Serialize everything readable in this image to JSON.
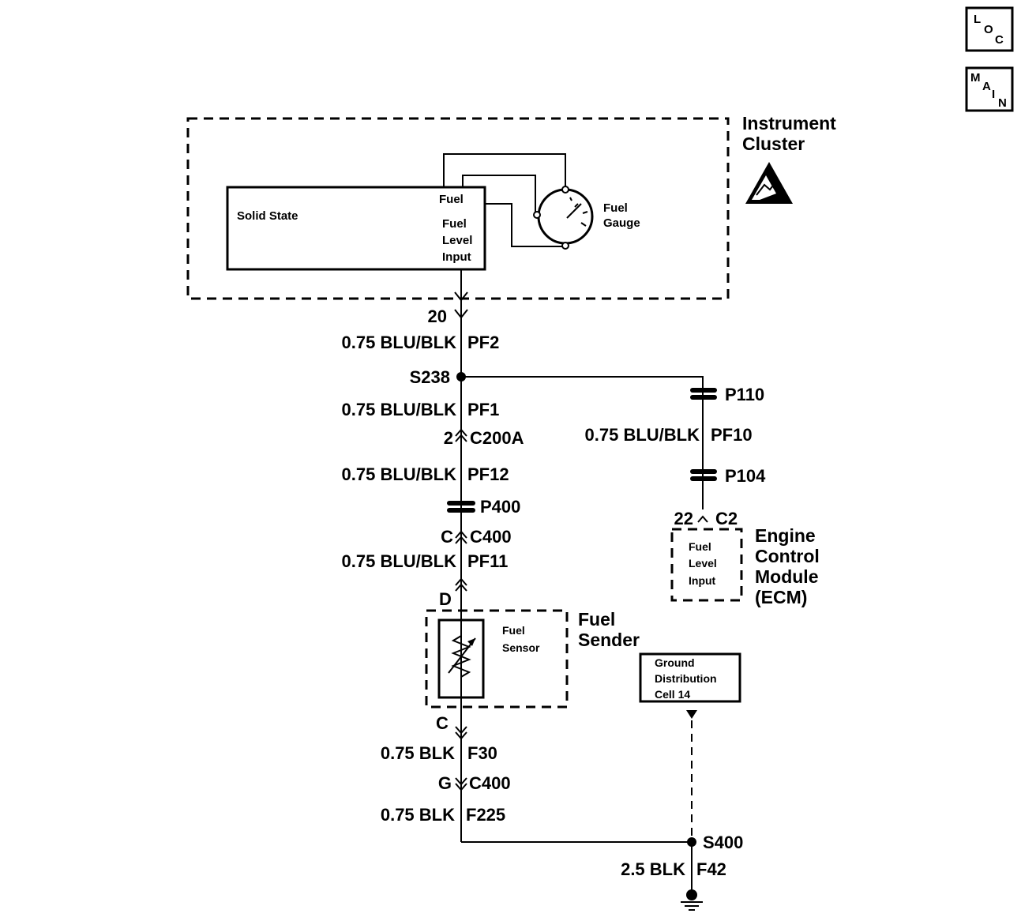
{
  "nav": {
    "loc": {
      "l1": "L",
      "l2": "O",
      "l3": "C"
    },
    "main": {
      "l1": "M",
      "l2": "A",
      "l3": "I",
      "l4": "N"
    }
  },
  "instrument_cluster": {
    "title_line1": "Instrument",
    "title_line2": "Cluster"
  },
  "solid_state": {
    "label": "Solid State",
    "fuel": "Fuel",
    "input_line1": "Fuel",
    "input_line2": "Level",
    "input_line3": "Input"
  },
  "fuel_gauge": {
    "line1": "Fuel",
    "line2": "Gauge"
  },
  "main_circuit": {
    "pin_20": "20",
    "wire_pf2": "0.75 BLU/BLK",
    "circuit_pf2": "PF2",
    "splice_s238": "S238",
    "wire_pf1": "0.75 BLU/BLK",
    "circuit_pf1": "PF1",
    "c200a_pin": "2",
    "c200a_name": "C200A",
    "wire_pf12": "0.75 BLU/BLK",
    "circuit_pf12": "PF12",
    "p400": "P400",
    "c400_pin": "C",
    "c400_name": "C400",
    "wire_pf11": "0.75 BLU/BLK",
    "circuit_pf11": "PF11",
    "pin_d": "D",
    "pin_c": "C",
    "wire_f30": "0.75 BLK",
    "circuit_f30": "F30",
    "c400g_pin": "G",
    "c400g_name": "C400",
    "wire_f225": "0.75 BLK",
    "circuit_f225": "F225"
  },
  "fuel_sender": {
    "title_line1": "Fuel",
    "title_line2": "Sender",
    "sensor_line1": "Fuel",
    "sensor_line2": "Sensor"
  },
  "branch": {
    "p110": "P110",
    "wire_pf10": "0.75 BLU/BLK",
    "circuit_pf10": "PF10",
    "p104": "P104",
    "pin_22": "22",
    "conn_c2": "C2"
  },
  "ecm": {
    "input_line1": "Fuel",
    "input_line2": "Level",
    "input_line3": "Input",
    "title_line1": "Engine",
    "title_line2": "Control",
    "title_line3": "Module",
    "title_line4": "(ECM)"
  },
  "ground": {
    "box_line1": "Ground",
    "box_line2": "Distribution",
    "box_line3": "Cell 14",
    "splice_s400": "S400",
    "wire_f42": "2.5 BLK",
    "circuit_f42": "F42"
  }
}
